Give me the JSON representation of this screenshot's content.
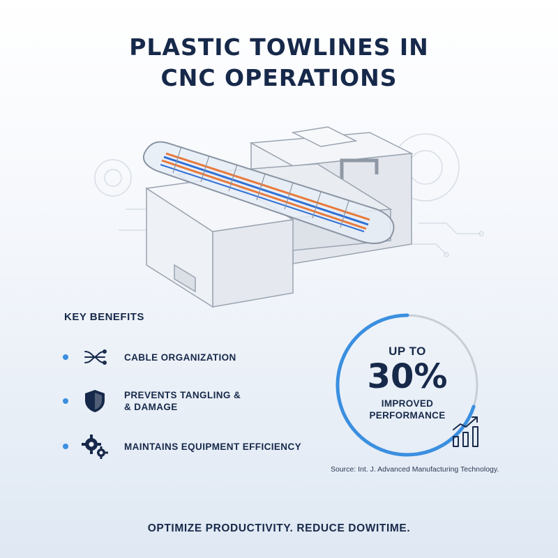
{
  "title": {
    "line1": "PLASTIC TOWLINES IN",
    "line2": "CNC OPERATIONS"
  },
  "benefits": {
    "heading": "KEY BENEFITS",
    "items": [
      {
        "icon": "cable-icon",
        "line1": "CABLE ORGANIZATION",
        "line2": ""
      },
      {
        "icon": "shield-icon",
        "line1": "PREVENTS TANGLING &",
        "line2": "& DAMAGE"
      },
      {
        "icon": "gears-icon",
        "line1": "MAINTAINS EQUIPMENT EFFICIENCY",
        "line2": ""
      }
    ]
  },
  "stat": {
    "prefix": "UP TO",
    "value": "30%",
    "label_line1": "IMPROVED",
    "label_line2": "PERFORMANCE",
    "ring_fraction": 0.7,
    "icon": "trend-chart-icon"
  },
  "source": "Source: Int. J. Advanced Manufacturing Technology.",
  "tagline": "OPTIMIZE PRODUCTIVITY. REDUCE DOWITIME.",
  "colors": {
    "text": "#17294a",
    "accent_blue": "#3b8fe0",
    "ring_track": "#c8ced6",
    "cable_orange": "#e8793c",
    "cable_blue": "#2f6fd6"
  }
}
